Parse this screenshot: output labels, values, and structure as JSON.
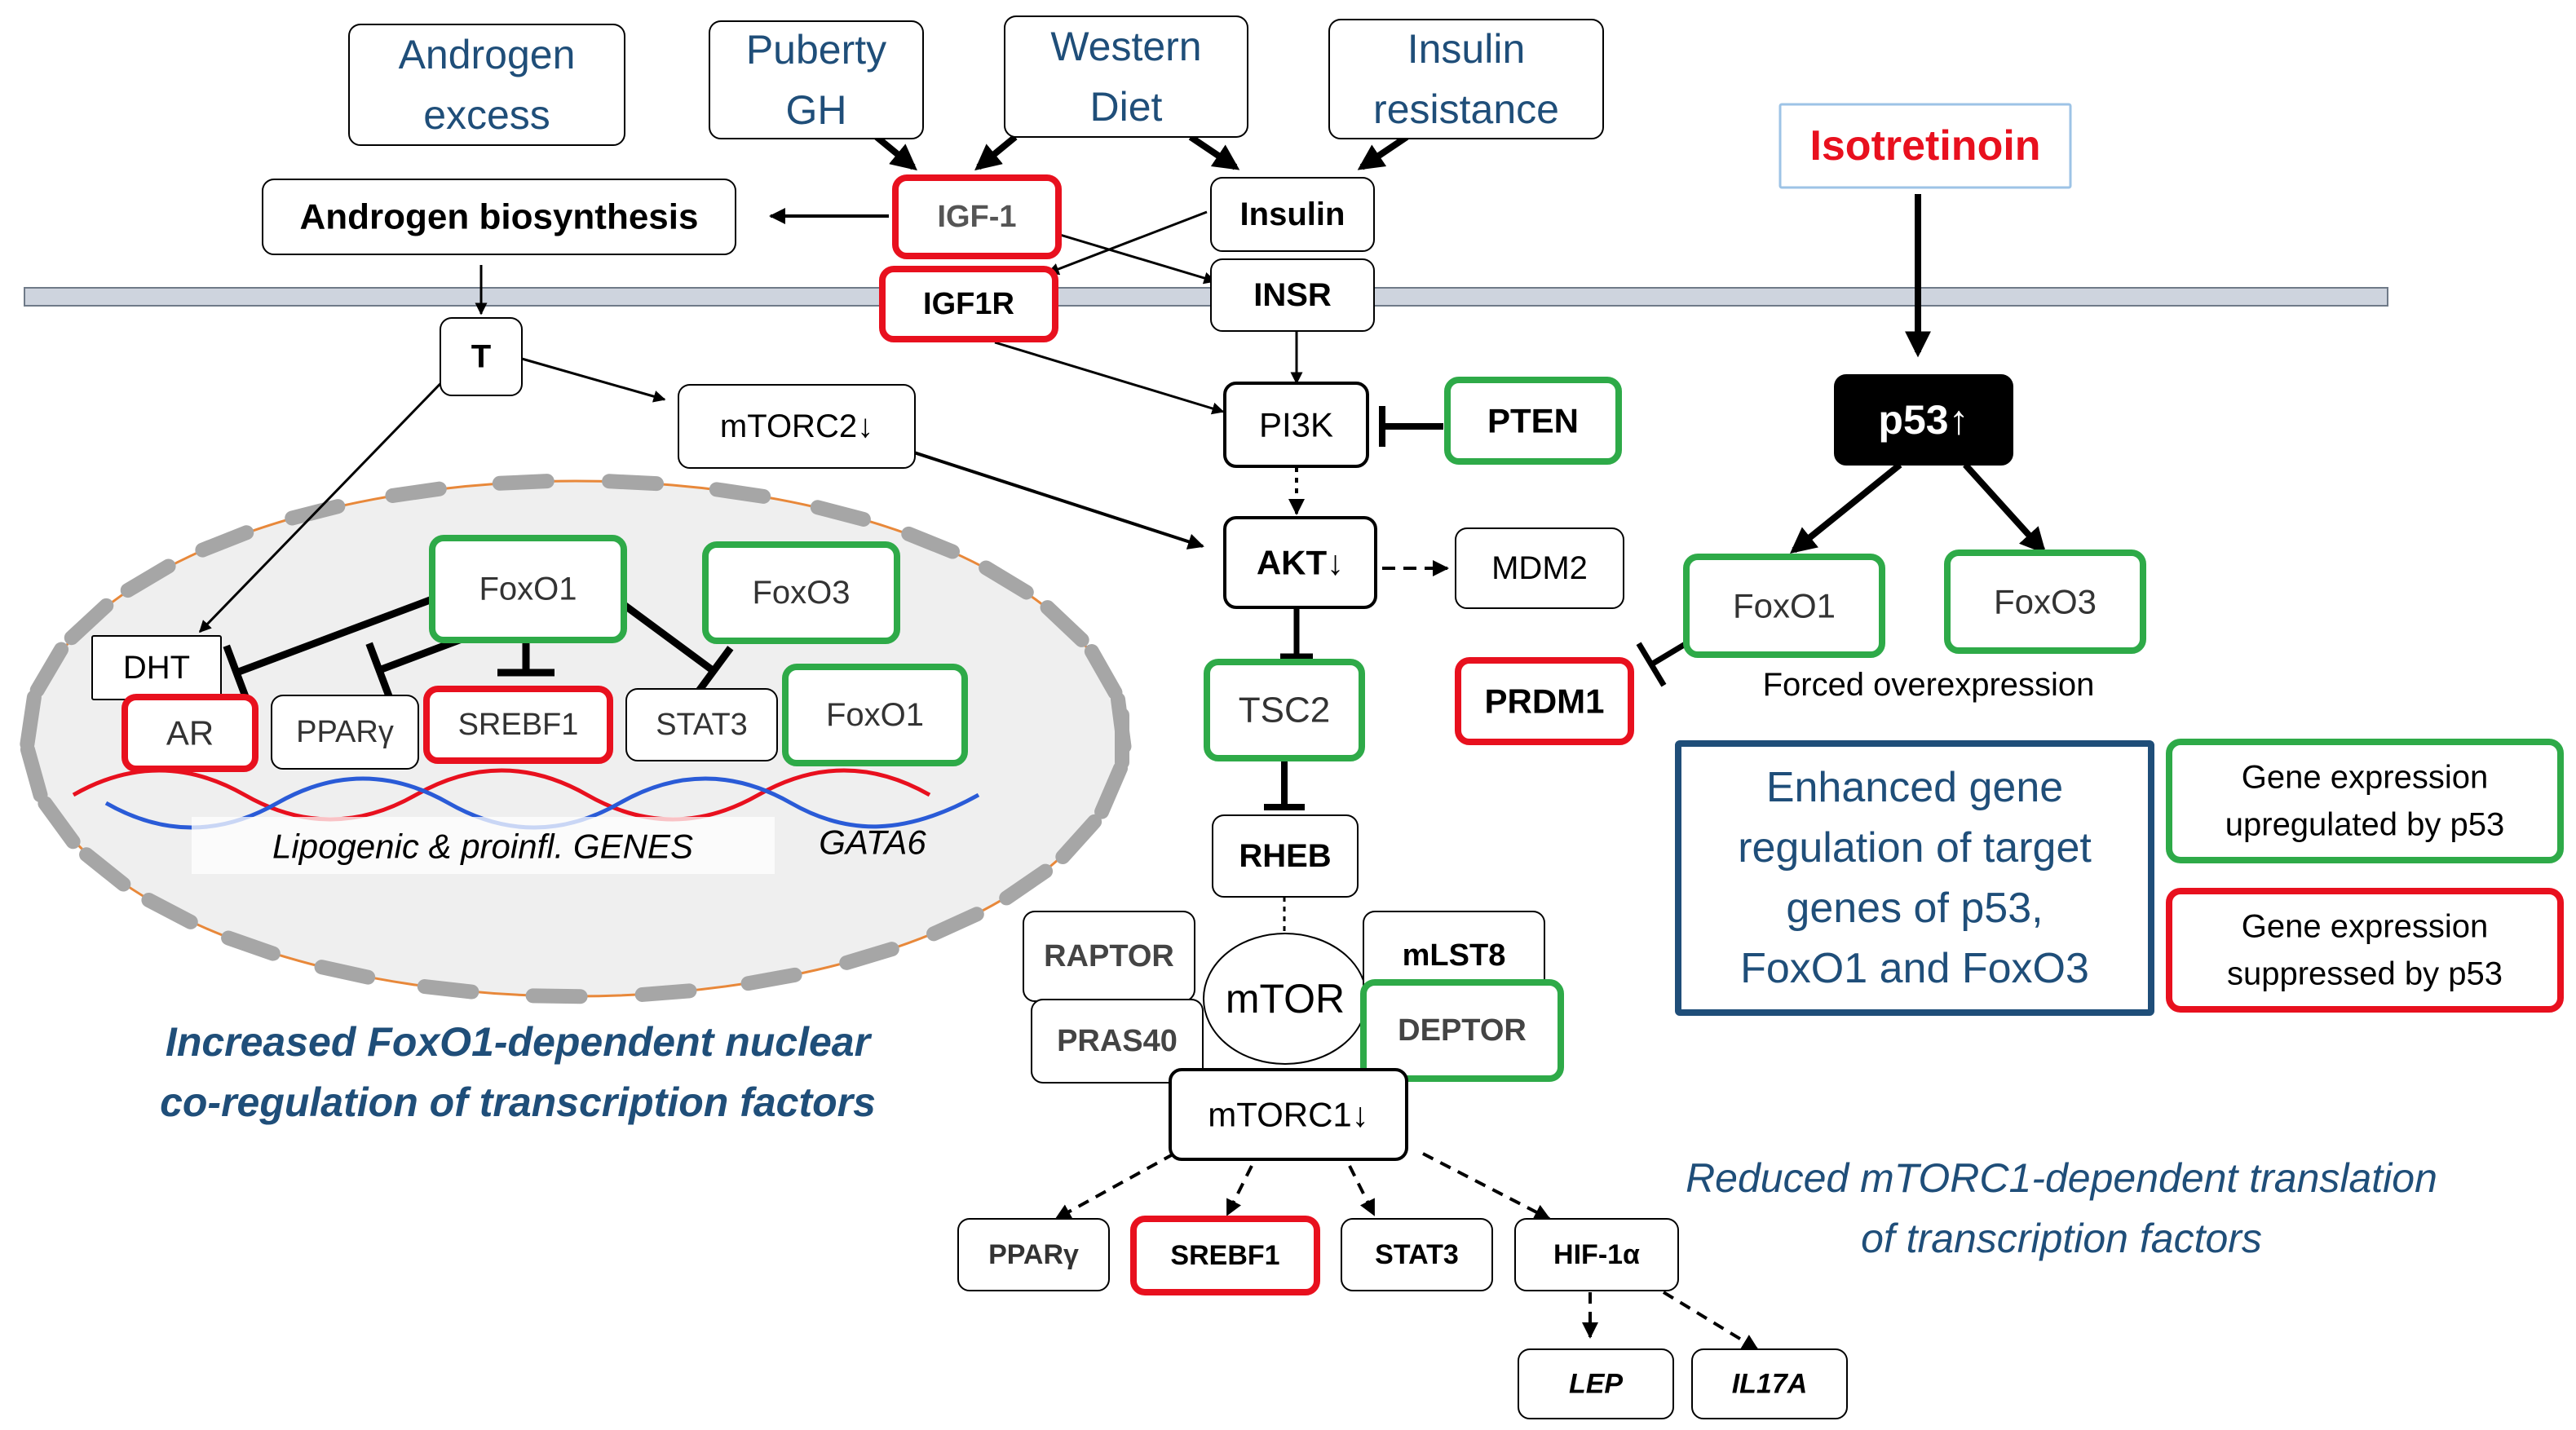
{
  "inputs": {
    "androgen_excess": [
      "Androgen",
      "excess"
    ],
    "puberty_gh": [
      "Puberty",
      "GH"
    ],
    "western_diet": [
      "Western",
      "Diet"
    ],
    "insulin_resistance": [
      "Insulin",
      "resistance"
    ],
    "isotretinoin": "Isotretinoin"
  },
  "membrane": {
    "androgen_biosynthesis": "Androgen biosynthesis",
    "igf1": "IGF-1",
    "insulin": "Insulin",
    "igf1r": "IGF1R",
    "insr": "INSR"
  },
  "cytoplasm": {
    "t": "T",
    "mtorc2": "mTORC2↓",
    "pi3k": "PI3K",
    "pten": "PTEN",
    "akt": "AKT↓",
    "mdm2": "MDM2",
    "tsc2": "TSC2",
    "rheb": "RHEB",
    "raptor": "RAPTOR",
    "mlst8": "mLST8",
    "mtor": "mTOR",
    "pras40": "PRAS40",
    "deptor": "DEPTOR",
    "mtorc1": "mTORC1↓"
  },
  "nucleus": {
    "foxo1_top": "FoxO1",
    "foxo3": "FoxO3",
    "dht": "DHT",
    "ar": "AR",
    "ppary": "PPARγ",
    "srebf1": "SREBF1",
    "stat3": "STAT3",
    "foxo1_right": "FoxO1",
    "genes_label": "Lipogenic & proinfl. GENES",
    "gata6": "GATA6"
  },
  "p53_branch": {
    "p53": "p53↑",
    "foxo1": "FoxO1",
    "foxo3": "FoxO3",
    "forced": "Forced overexpression",
    "prdm1": "PRDM1",
    "enhanced": [
      "Enhanced gene",
      "regulation of target",
      "genes of p53,",
      "FoxO1 and FoxO3"
    ]
  },
  "legend": {
    "up": [
      "Gene expression",
      "upregulated by p53"
    ],
    "down": [
      "Gene expression",
      "suppressed by p53"
    ]
  },
  "captions": {
    "nuclear": [
      "Increased FoxO1-dependent nuclear",
      "co-regulation of transcription factors"
    ],
    "translation": [
      "Reduced mTORC1-dependent translation",
      "of transcription factors"
    ]
  },
  "targets": {
    "ppary": "PPARγ",
    "srebf1": "SREBF1",
    "stat3": "STAT3",
    "hif1a": "HIF-1α",
    "lep": "LEP",
    "il17a": "IL17A"
  },
  "colors": {
    "green": "#2eaa48",
    "red": "#e8101e",
    "navy_text": "#1f4e79",
    "navy_border": "#1f4e79",
    "membrane_fill": "#ced4de",
    "nucleus_fill": "#efefef",
    "nucleus_border": "#e8883a",
    "pore": "#a6a6a6",
    "black": "#000000",
    "isotretinoin_red": "#e8101e"
  }
}
